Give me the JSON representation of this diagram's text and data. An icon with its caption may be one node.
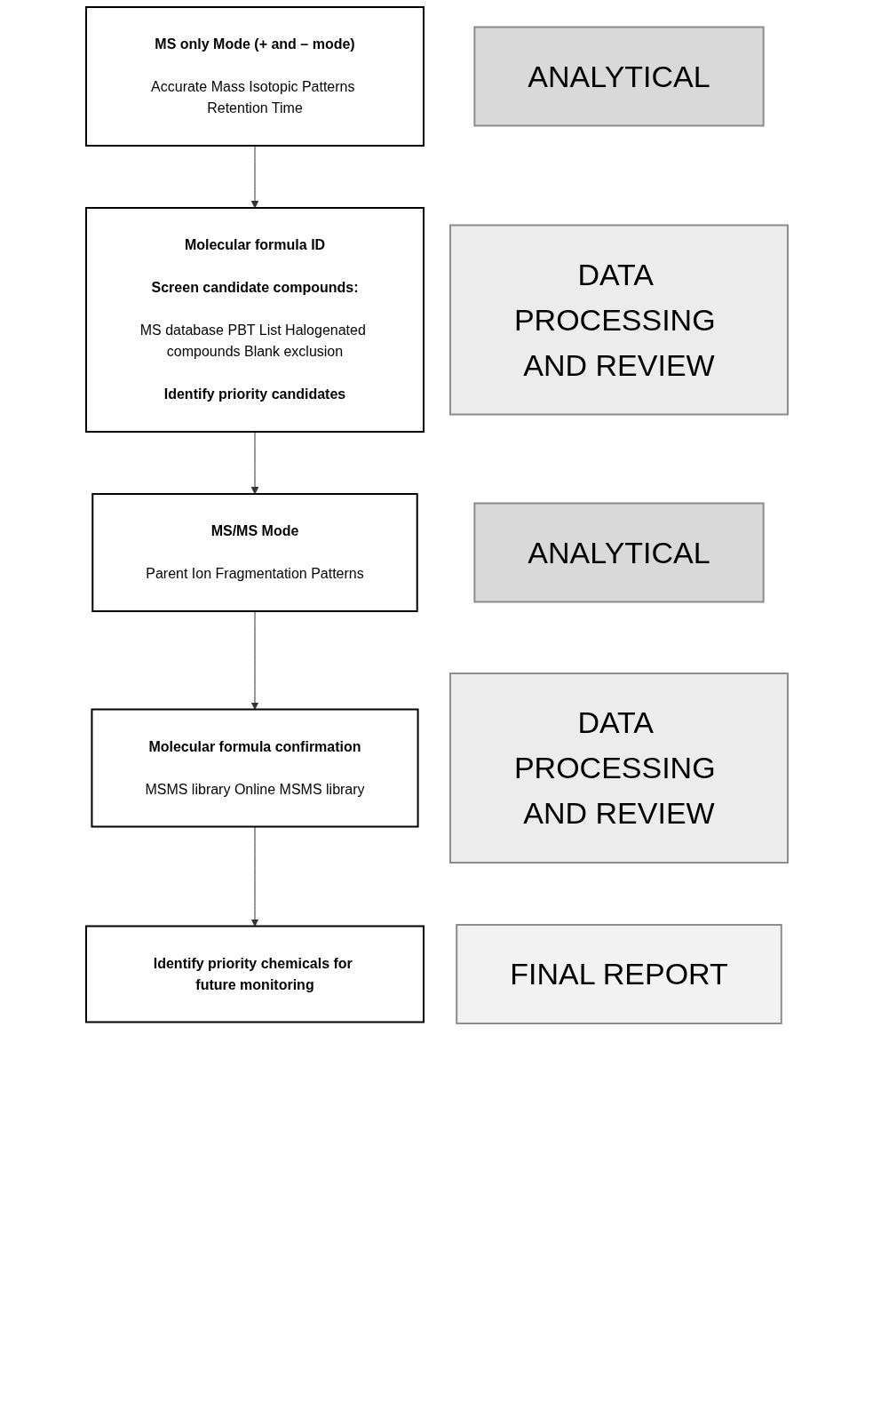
{
  "diagram": {
    "nodes": [
      {
        "text": [
          "MS only Mode (+ and – mode)",
          "Accurate Mass Isotopic Patterns Retention Time"
        ]
      },
      {
        "text": [
          "ANALYTICAL"
        ]
      },
      {
        "text": [
          "Molecular formula ID",
          "Screen candidate compounds:",
          "MS database PBT List Halogenated compounds Blank exclusion",
          "Identify priority candidates"
        ]
      },
      {
        "text": [
          "DATA PROCESSING AND REVIEW"
        ]
      },
      {
        "text": [
          "MS/MS Mode",
          "Parent Ion Fragmentation Patterns"
        ]
      },
      {
        "text": [
          "ANALYTICAL"
        ]
      },
      {
        "text": [
          "Molecular formula confirmation",
          "MSMS library Online MSMS library"
        ]
      },
      {
        "text": [
          "DATA PROCESSING AND REVIEW"
        ]
      },
      {
        "text": [
          "Identify priority chemicals for future monitoring"
        ]
      },
      {
        "text": [
          "FINAL REPORT"
        ]
      }
    ],
    "edges": [
      {
        "from": 0,
        "to": 2,
        "arrow": "to"
      },
      {
        "from": 2,
        "to": 4,
        "arrow": "to"
      },
      {
        "from": 4,
        "to": 6,
        "arrow": "to"
      },
      {
        "from": 6,
        "to": 8,
        "arrow": "to"
      }
    ]
  }
}
